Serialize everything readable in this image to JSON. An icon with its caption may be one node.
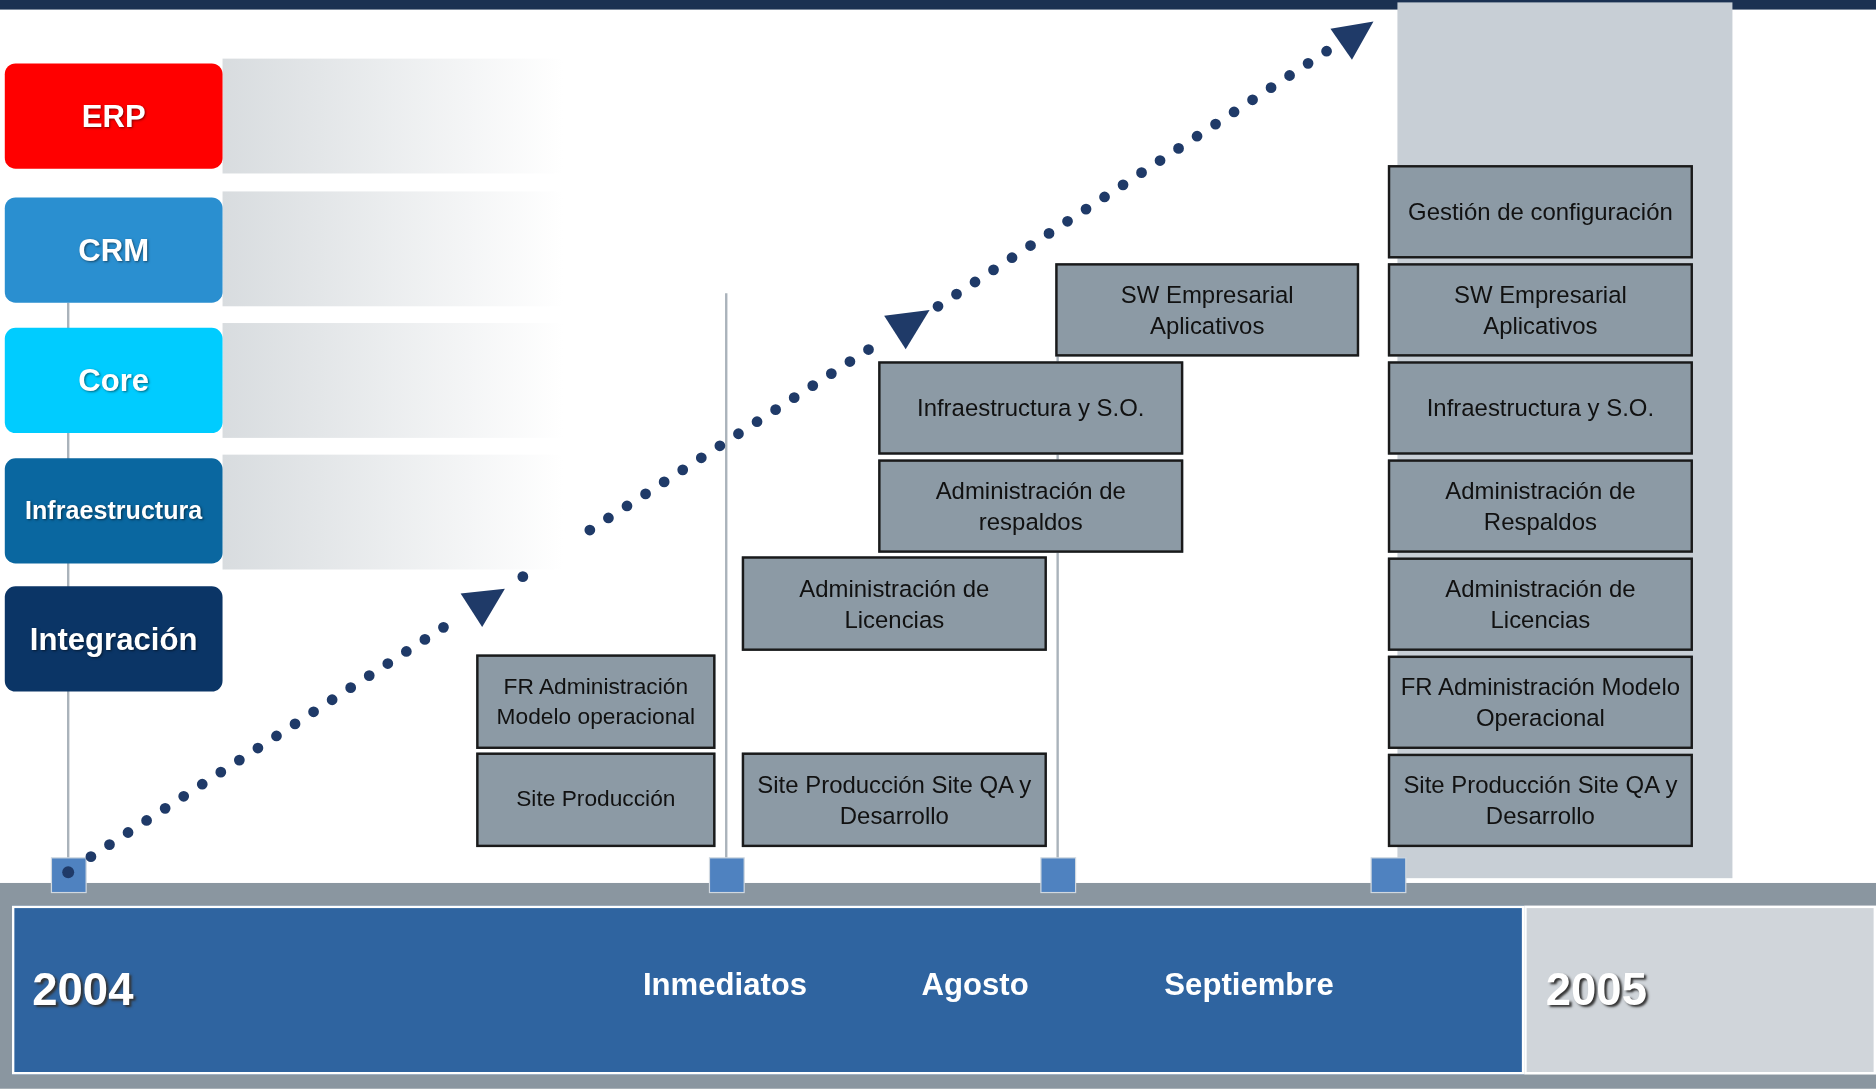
{
  "diagram": {
    "nodes": [
      {
        "text": [
          "ERP"
        ]
      },
      {
        "text": [
          "CRM"
        ]
      },
      {
        "text": [
          "Core"
        ]
      },
      {
        "text": [
          "Infraestructura"
        ]
      },
      {
        "text": [
          "Integración"
        ]
      },
      {
        "text": [
          "SW Empresarial Aplicativos"
        ]
      },
      {
        "text": [
          "Infraestructura y S.O."
        ]
      },
      {
        "text": [
          "Administración de respaldos"
        ]
      },
      {
        "text": [
          "Administración de Licencias"
        ]
      },
      {
        "text": [
          "FR Administración Modelo operacional"
        ]
      },
      {
        "text": [
          "Site Producción"
        ]
      },
      {
        "text": [
          "Site Producción Site QA y Desarrollo"
        ]
      },
      {
        "text": [
          "Gestión de configuración"
        ]
      },
      {
        "text": [
          "SW Empresarial Aplicativos"
        ]
      },
      {
        "text": [
          "Infraestructura y S.O."
        ]
      },
      {
        "text": [
          "Administración de Respaldos"
        ]
      },
      {
        "text": [
          "Administración de Licencias"
        ]
      },
      {
        "text": [
          "FR Administración Modelo Operacional"
        ]
      },
      {
        "text": [
          "Site Producción Site QA y Desarrollo"
        ]
      }
    ],
    "edges": [],
    "labels": [
      "2004",
      "Inmediatos",
      "Agosto",
      "Septiembre",
      "2005"
    ]
  }
}
